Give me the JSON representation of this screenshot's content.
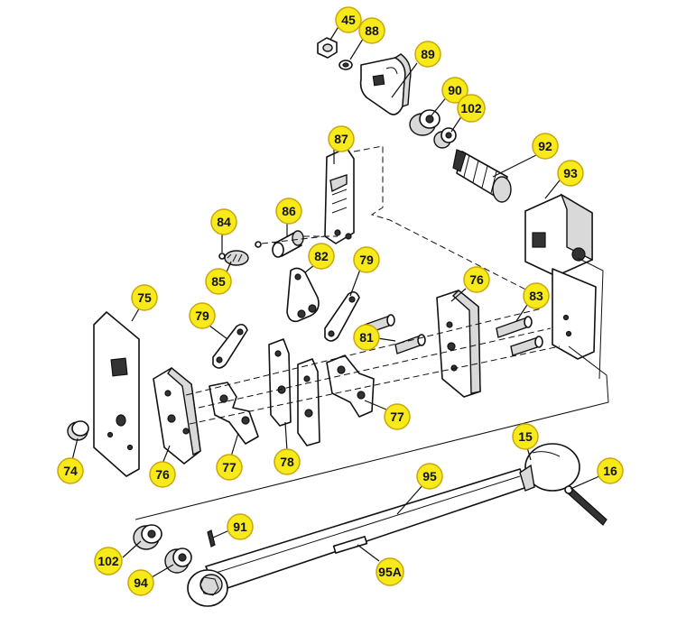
{
  "callouts": [
    {
      "id": "c45",
      "label": "45"
    },
    {
      "id": "c88",
      "label": "88"
    },
    {
      "id": "c89",
      "label": "89"
    },
    {
      "id": "c90",
      "label": "90"
    },
    {
      "id": "c102a",
      "label": "102"
    },
    {
      "id": "c87",
      "label": "87"
    },
    {
      "id": "c92",
      "label": "92"
    },
    {
      "id": "c93",
      "label": "93"
    },
    {
      "id": "c86",
      "label": "86"
    },
    {
      "id": "c84",
      "label": "84"
    },
    {
      "id": "c85",
      "label": "85"
    },
    {
      "id": "c82",
      "label": "82"
    },
    {
      "id": "c79a",
      "label": "79"
    },
    {
      "id": "c75",
      "label": "75"
    },
    {
      "id": "c76a",
      "label": "76"
    },
    {
      "id": "c83",
      "label": "83"
    },
    {
      "id": "c79b",
      "label": "79"
    },
    {
      "id": "c81",
      "label": "81"
    },
    {
      "id": "c77a",
      "label": "77"
    },
    {
      "id": "c74",
      "label": "74"
    },
    {
      "id": "c76b",
      "label": "76"
    },
    {
      "id": "c77b",
      "label": "77"
    },
    {
      "id": "c78",
      "label": "78"
    },
    {
      "id": "c15",
      "label": "15"
    },
    {
      "id": "c16",
      "label": "16"
    },
    {
      "id": "c95",
      "label": "95"
    },
    {
      "id": "c91",
      "label": "91"
    },
    {
      "id": "c102b",
      "label": "102"
    },
    {
      "id": "c94",
      "label": "94"
    },
    {
      "id": "c95a",
      "label": "95A"
    }
  ]
}
